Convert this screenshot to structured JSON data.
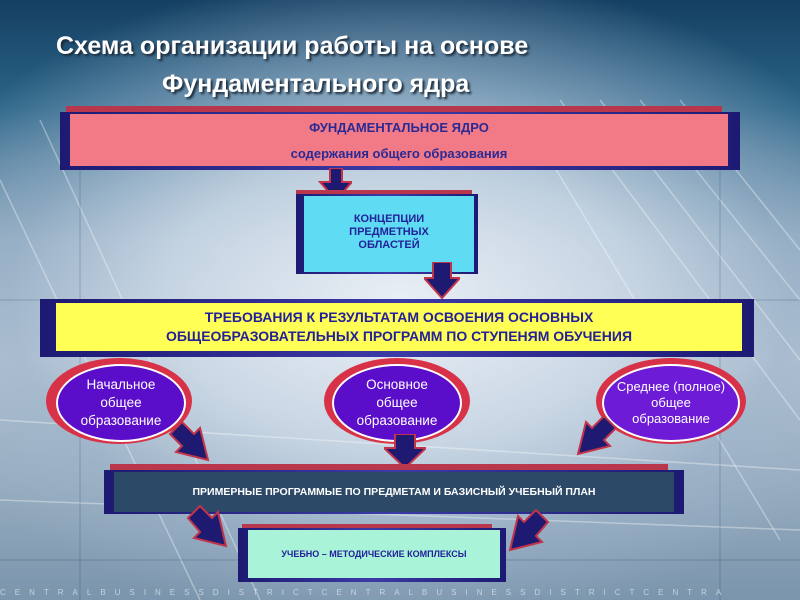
{
  "title": {
    "line1": "Схема организации работы на основе",
    "line2": "Фундаментального ядра"
  },
  "core": {
    "line1": "ФУНДАМЕНТАЛЬНОЕ ЯДРО",
    "line2": "содержания общего образования"
  },
  "concepts": {
    "text": "КОНЦЕПЦИИ ПРЕДМЕТНЫХ ОБЛАСТЕЙ"
  },
  "requirements": {
    "line1": "ТРЕБОВАНИЯ К РЕЗУЛЬТАТАМ ОСВОЕНИЯ ОСНОВНЫХ",
    "line2": "ОБЩЕОБРАЗОВАТЕЛЬНЫХ ПРОГРАММ  ПО СТУПЕНЯМ ОБУЧЕНИЯ"
  },
  "levels": [
    {
      "text": "Начальное общее образование"
    },
    {
      "text": "Основное общее образование"
    },
    {
      "text": "Среднее (полное) общее образование"
    }
  ],
  "programs": {
    "text": "ПРИМЕРНЫЕ ПРОГРАММЫЕ ПО ПРЕДМЕТАМ И БАЗИСНЫЙ УЧЕБНЫЙ ПЛАН"
  },
  "umk": {
    "text": "УЧЕБНО – МЕТОДИЧЕСКИЕ КОМПЛЕКСЫ"
  },
  "footer_strip": "CENTRALBUSINESSDISTRICTCENTRALBUSINESSDISTRICTCENTRA",
  "colors": {
    "frame": "#2a2890",
    "shadow": "#b8374c",
    "core_fill": "#f27a86",
    "concept_fill": "#5fdcf4",
    "req_fill": "#ffff55",
    "prog_fill": "#2c4a68",
    "umk_fill": "#a9f3d9",
    "oval_fill": "#5b0ec9",
    "oval3_fill": "#6d1bd6"
  }
}
